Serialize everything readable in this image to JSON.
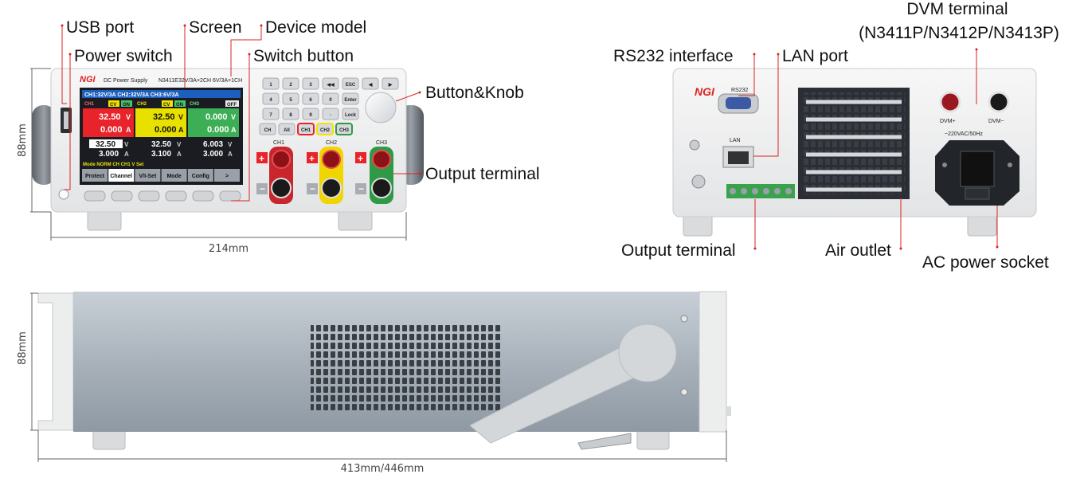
{
  "callouts": {
    "usb_port": "USB port",
    "power_switch": "Power switch",
    "screen": "Screen",
    "device_model": "Device model",
    "switch_button": "Switch button",
    "button_knob": "Button&Knob",
    "output_terminal_front": "Output terminal",
    "rs232": "RS232 interface",
    "lan_port": "LAN port",
    "dvm_terminal": "DVM terminal",
    "dvm_models": "(N3411P/N3412P/N3413P)",
    "output_terminal_rear": "Output terminal",
    "air_outlet": "Air outlet",
    "ac_socket": "AC power socket"
  },
  "dimensions": {
    "front_height": "88mm",
    "front_width": "214mm",
    "side_height": "88mm",
    "side_length": "413mm/446mm"
  },
  "front_panel": {
    "brand": "NGI",
    "title": "DC Power Supply",
    "model": "N3411E",
    "spec": "32V/3A×2CH  6V/3A×1CH",
    "keys_row1": [
      "1",
      "2",
      "3",
      "◀◀",
      "ESC",
      "◀",
      "▶"
    ],
    "keys_row2": [
      "4",
      "5",
      "6",
      "0",
      "Enter"
    ],
    "keys_row3": [
      "7",
      "8",
      "9",
      "·",
      "Lock"
    ],
    "keys_row4": [
      "CH",
      "All",
      "CH1",
      "CH2",
      "CH3"
    ],
    "terminal_labels": [
      "CH1",
      "CH2",
      "CH3"
    ]
  },
  "screen": {
    "header": "CH1:32V/3A CH2:32V/3A CH3:6V/3A",
    "ch1_tag": "CH1",
    "ch2_tag": "CH2",
    "ch3_tag": "CH3",
    "ch1_mode": "CV",
    "ch1_state": "ON",
    "ch2_mode": "CV",
    "ch2_state": "ON",
    "ch3_state": "OFF",
    "ch1_v": "32.50",
    "ch1_a": "0.000",
    "ch2_v": "32.50",
    "ch2_a": "0.000",
    "ch3_v": "0.000",
    "ch3_a": "0.000",
    "ch1_set_v": "32.50",
    "ch1_set_a": "3.000",
    "ch2_set_v": "32.50",
    "ch2_set_a": "3.100",
    "ch3_set_v": "6.003",
    "ch3_set_a": "3.000",
    "unit_v": "V",
    "unit_a": "A",
    "status": "Mode  NORM     CH  CH1     V Set",
    "softkeys": [
      "Protect",
      "Channel",
      "V/I-Set",
      "Mode",
      "Config",
      ">"
    ]
  },
  "rear_panel": {
    "brand": "NGI",
    "rs232_label": "RS232",
    "lan_label": "LAN",
    "dvm_plus": "DVM+",
    "dvm_minus": "DVM−",
    "ac_label": "~220VAC/50Hz"
  },
  "colors": {
    "leader": "#dd2222",
    "ch1": "#e8232a",
    "ch2": "#f2e400",
    "ch3": "#2f9a46",
    "chassis_side": "#a7b0ba"
  }
}
